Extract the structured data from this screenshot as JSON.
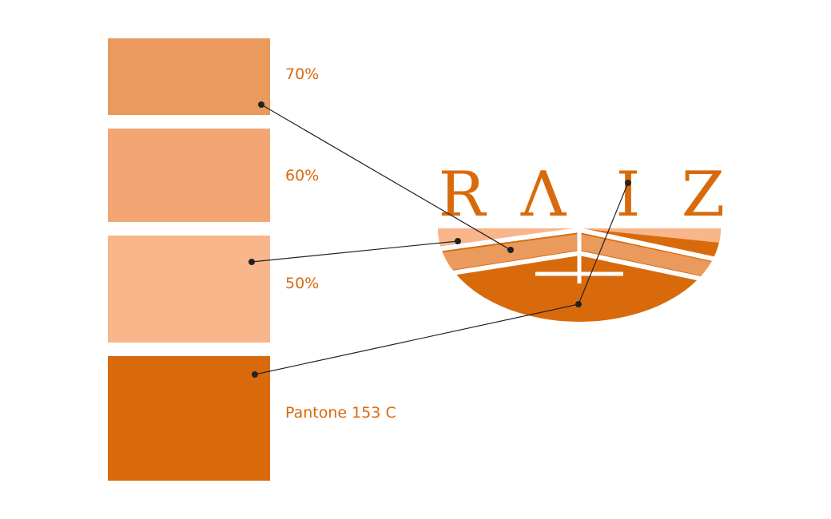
{
  "colors": {
    "base": "#D96A0C",
    "tint70": "#EA9A5C",
    "tint60": "#F3A673",
    "tint50": "#F8B68A",
    "label": "#D96A0C",
    "leader": "#222222"
  },
  "swatches": [
    {
      "label": "70%"
    },
    {
      "label": "60%"
    },
    {
      "label": "50%"
    },
    {
      "label": "Pantone 153 C"
    }
  ],
  "logo": {
    "wordmark_letters": [
      "R",
      "Λ",
      "I",
      "Z"
    ]
  }
}
